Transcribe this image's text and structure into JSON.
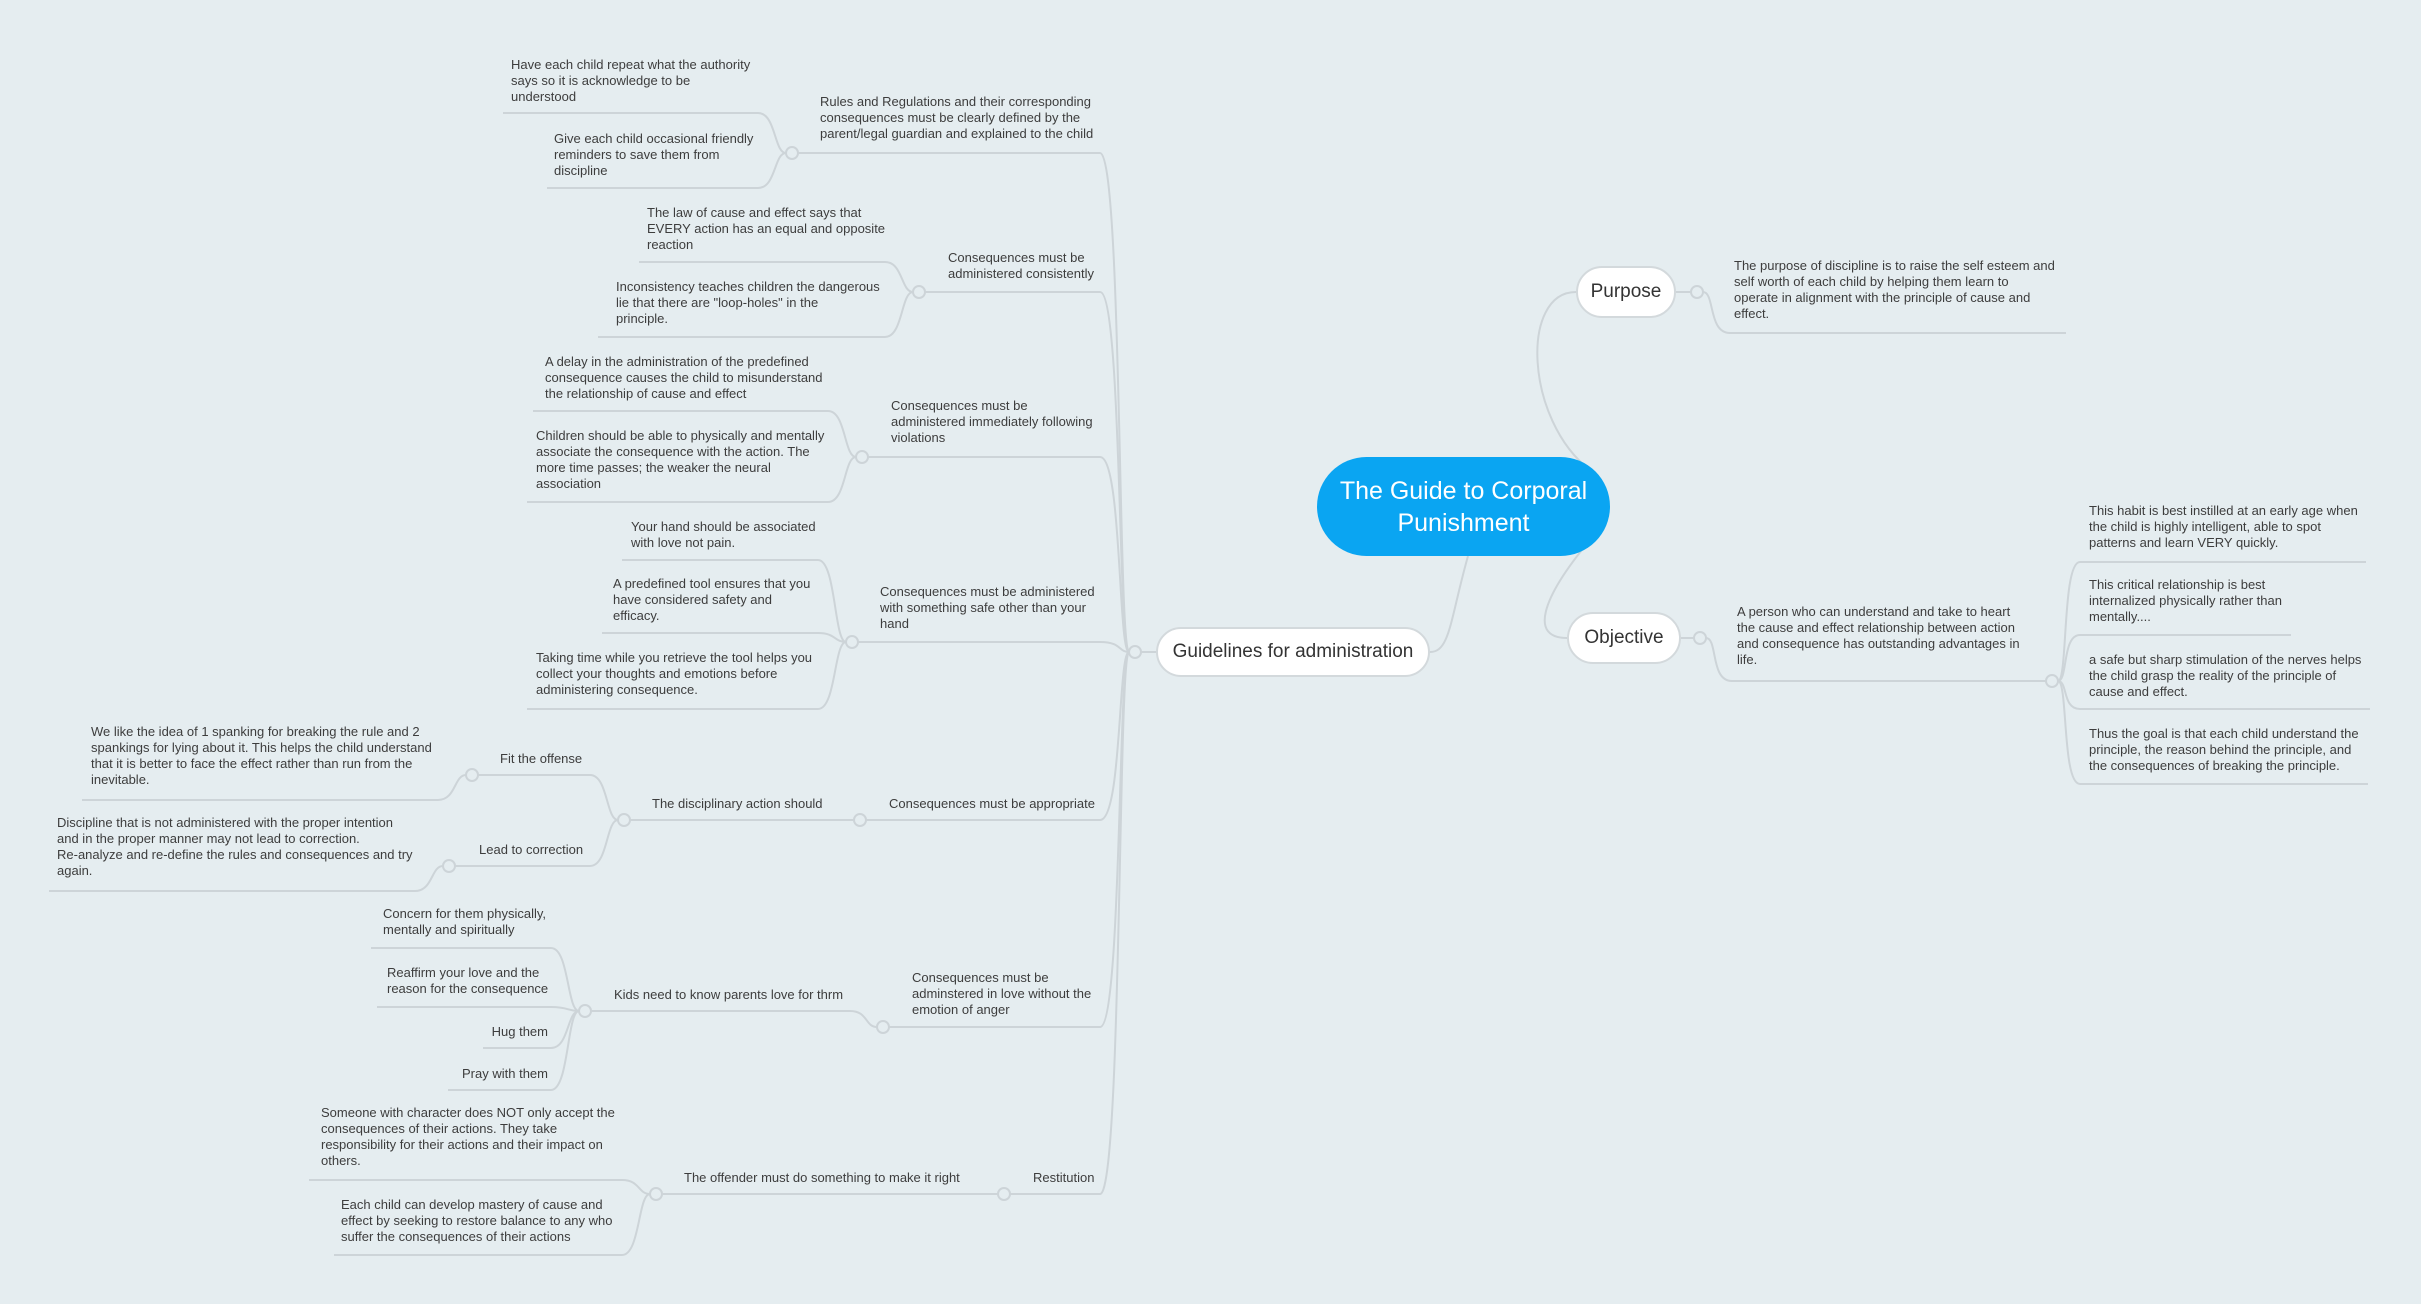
{
  "root": {
    "title": "The Guide to Corporal\nPunishment"
  },
  "purpose": {
    "label": "Purpose",
    "text": "The purpose of discipline is to raise the self esteem and\nself worth of each child by helping them learn to\noperate in alignment with the principle of cause and\neffect."
  },
  "objective": {
    "label": "Objective",
    "text": "A person who can understand and take to heart\nthe cause and effect relationship between action\nand consequence has outstanding advantages in\nlife.",
    "details": [
      "This habit is best instilled at an early age when\nthe child is highly intelligent, able to spot\npatterns and learn VERY quickly.",
      "This critical relationship is best\ninternalized physically rather than\nmentally....",
      "a safe but sharp stimulation of the nerves helps\nthe child grasp the reality of the principle of\ncause and effect.",
      "Thus the goal is that each child understand the\nprinciple, the reason behind the principle, and\nthe consequences of breaking the principle."
    ]
  },
  "guidelines": {
    "label": "Guidelines for administration",
    "items": [
      {
        "label": "Rules and Regulations and their corresponding\nconsequences must be clearly defined by the\nparent/legal guardian and explained to the child",
        "children": [
          "Have each child repeat what the authority\nsays so it is acknowledge to be\nunderstood",
          "Give each child occasional friendly\nreminders to save them from\ndiscipline"
        ]
      },
      {
        "label": "Consequences must be\nadministered consistently",
        "children": [
          "The law of cause and effect says that\nEVERY action has an equal and opposite\nreaction",
          "Inconsistency teaches children the dangerous\nlie that there are \"loop-holes\" in the\nprinciple."
        ]
      },
      {
        "label": "Consequences must be\nadministered immediately following\nviolations",
        "children": [
          "A delay in the administration of the predefined\nconsequence causes the child to misunderstand\nthe relationship of cause and effect",
          "Children should be able to physically and mentally\nassociate the consequence with the action. The\nmore time passes; the weaker the neural\nassociation"
        ]
      },
      {
        "label": "Consequences must be administered\nwith something safe other than your\nhand",
        "children": [
          "Your hand should be associated\nwith love not pain.",
          "A predefined tool ensures that you\nhave considered safety and\nefficacy.",
          "Taking time while you retrieve the tool helps you\ncollect your thoughts and emotions before\nadministering consequence."
        ]
      },
      {
        "label": "Consequences must be appropriate",
        "sub": {
          "label": "The disciplinary action should",
          "children": [
            {
              "label": "Fit the offense",
              "detail": "We like the idea of 1 spanking for breaking the rule and 2\nspankings for lying about it. This helps the child understand\nthat it is better to face the effect rather than run from the\ninevitable."
            },
            {
              "label": "Lead to correction",
              "detail": "Discipline that is not administered with the proper intention\nand in the proper manner may not lead to correction.\nRe-analyze and re-define the rules and consequences and try\nagain."
            }
          ]
        }
      },
      {
        "label": "Consequences must be\nadminstered in love without the\nemotion of anger",
        "sub": {
          "label": "Kids need to know parents love for thrm",
          "children": [
            "Concern for them physically,\nmentally and spiritually",
            "Reaffirm your love and the\nreason for the consequence",
            "Hug them",
            "Pray with them"
          ]
        }
      },
      {
        "label": "Restitution",
        "sub": {
          "label": "The offender must do something to make it right",
          "children": [
            "Someone with character does NOT only accept the\nconsequences of their actions. They take\nresponsibility for their actions and their impact on\nothers.",
            "Each child can develop mastery of cause and\neffect by seeking to restore balance to any who\nsuffer the consequences of their actions"
          ]
        }
      }
    ]
  },
  "colors": {
    "root": "#0aa5f2",
    "background": "#e5edf0",
    "line": "#cdd4d8"
  }
}
